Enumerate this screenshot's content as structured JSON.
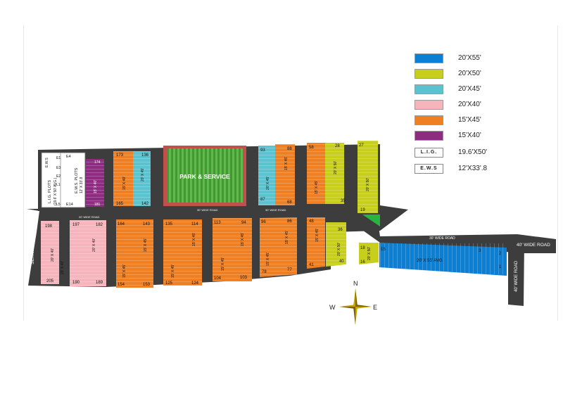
{
  "legend": [
    {
      "label": "20'X55'",
      "color": "#0a7fd4"
    },
    {
      "label": "20'X50'",
      "color": "#c7cf1c"
    },
    {
      "label": "20'X45'",
      "color": "#5bc2cf"
    },
    {
      "label": "20'X40'",
      "color": "#f6b5bc"
    },
    {
      "label": "15'X45'",
      "color": "#ee7f22"
    },
    {
      "label": "15'X40'",
      "color": "#8e2c82"
    },
    {
      "label": "19.6'X50'",
      "tag": "L.I.G."
    },
    {
      "label": "12'X33'.8",
      "tag": "E.W.S"
    }
  ],
  "compass": {
    "n": "N",
    "w": "W",
    "e": "E"
  },
  "map": {
    "park": "PARK & SERVICE",
    "service": "SERVICE",
    "road_40_top": "40' WIDE ROAD",
    "road_40_side": "40' WIDE ROAD",
    "road_30_top": "30' WIDE ROAD",
    "road_30_mid": "30' WIDE ROAD",
    "road_30_small": "30' WIDE ROAD",
    "road_20_small": "20' WIDE ROAD",
    "lig_plots": "L.I.G. PLOTS",
    "lig_size": "(19.6' X 50' AVG.)",
    "ews_plots": "E.W.S. PLOTS",
    "ews_size": "12' X 33'.8",
    "ews_header": "E.W.S",
    "blue_avg": "20' X 55' AVG.",
    "labels": {
      "p173": "173",
      "p136": "136",
      "p165": "165",
      "p142": "142",
      "p93": "93",
      "p87": "87",
      "p88": "88",
      "p68": "68",
      "p58": "58",
      "p28": "28",
      "p27": "27",
      "p35": "35",
      "p19": "19",
      "p174": "174",
      "p181": "181",
      "pE4": "E4",
      "pE1": "E1",
      "pE3": "E3",
      "pE2": "E2",
      "pL1": "L1",
      "pL5": "L5",
      "pE14": "E14",
      "p198": "198",
      "p205": "205",
      "p197": "197",
      "p182": "182",
      "p190": "190",
      "p189": "189",
      "p164": "164",
      "p143": "143",
      "p154": "154",
      "p153": "153",
      "p135": "135",
      "p114": "114",
      "p125": "125",
      "p124": "124",
      "p113": "113",
      "p94": "94",
      "p104": "104",
      "p103": "103",
      "p96": "96",
      "p86": "86",
      "p78": "78",
      "p77": "77",
      "p48": "48",
      "p41": "41",
      "p36": "36",
      "p40": "40",
      "p18": "18",
      "p16": "16",
      "p15": "15",
      "p3": "3",
      "p2": "2",
      "p1": "1",
      "d15x45": "15' X 45'",
      "d20x45": "20' X 45'",
      "d20x50": "20' X 50'",
      "d20x40": "20' X 40'",
      "d15x40": "15' X 40'",
      "d15x49": "15' X 49'"
    }
  }
}
